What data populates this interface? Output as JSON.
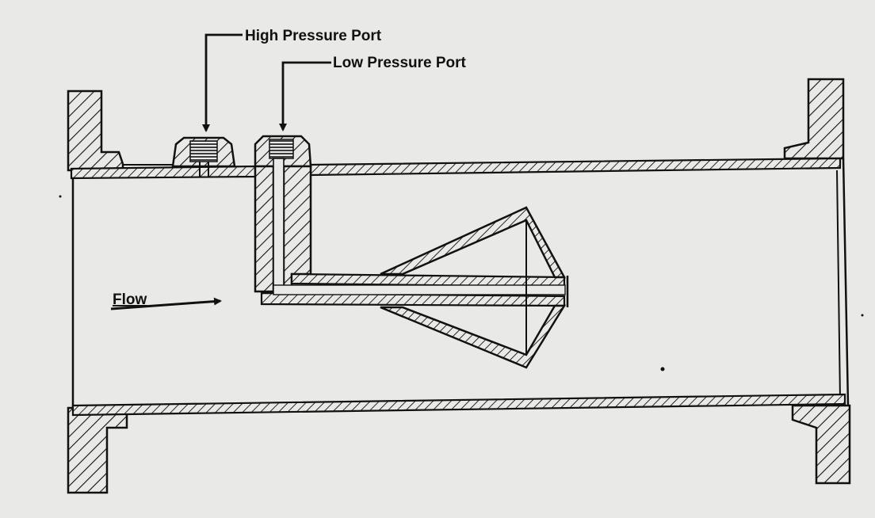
{
  "labels": {
    "high_pressure_port": "High Pressure Port",
    "low_pressure_port": "Low Pressure Port",
    "flow": "Flow"
  },
  "colors": {
    "paper": "#e9e9e7",
    "ink": "#111111"
  }
}
